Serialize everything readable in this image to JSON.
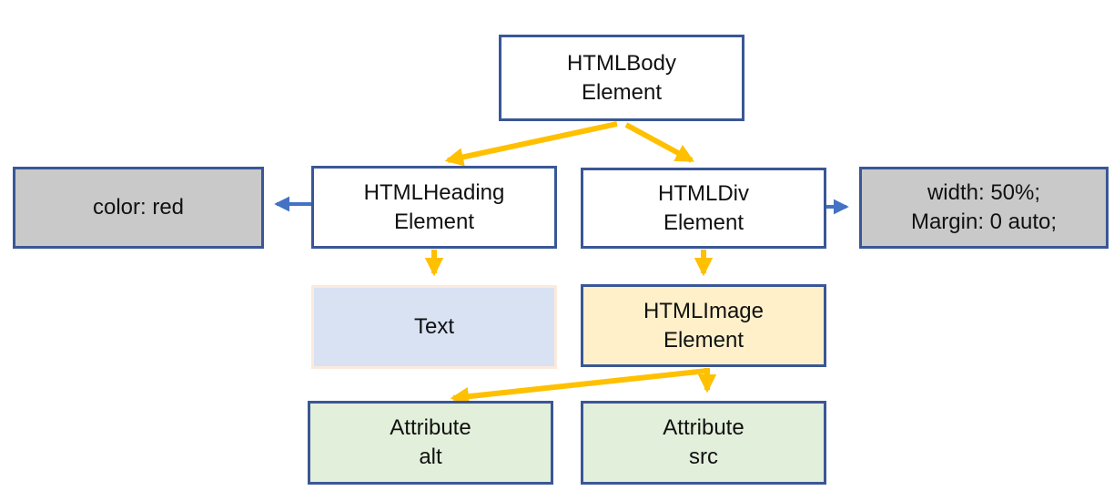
{
  "diagram": {
    "description": "DOM tree diagram of HTML elements with style notes and attributes",
    "nodes": {
      "body": {
        "line1": "HTMLBody",
        "line2": "Element"
      },
      "heading": {
        "line1": "HTMLHeading",
        "line2": "Element"
      },
      "div": {
        "line1": "HTMLDiv",
        "line2": "Element"
      },
      "color_note": {
        "line1": "color: red"
      },
      "style_note": {
        "line1": "width: 50%;",
        "line2": "Margin: 0 auto;"
      },
      "text": {
        "line1": "Text"
      },
      "image": {
        "line1": "HTMLImage",
        "line2": "Element"
      },
      "attr_alt": {
        "line1": "Attribute",
        "line2": "alt"
      },
      "attr_src": {
        "line1": "Attribute",
        "line2": "src"
      }
    },
    "edges": [
      {
        "from": "body",
        "to": "heading",
        "style": "yellow-arrow"
      },
      {
        "from": "body",
        "to": "div",
        "style": "yellow-arrow"
      },
      {
        "from": "heading",
        "to": "color_note",
        "style": "blue-arrow"
      },
      {
        "from": "div",
        "to": "style_note",
        "style": "blue-arrow"
      },
      {
        "from": "heading",
        "to": "text",
        "style": "yellow-arrow"
      },
      {
        "from": "div",
        "to": "image",
        "style": "yellow-arrow"
      },
      {
        "from": "image",
        "to": "attr_alt",
        "style": "yellow-arrow"
      },
      {
        "from": "image",
        "to": "attr_src",
        "style": "yellow-arrow"
      }
    ]
  },
  "colors": {
    "border_blue": "#3A5796",
    "arrow_yellow": "#FFC000",
    "arrow_blue": "#4472C4",
    "fill_gray": "#C9C9C9",
    "fill_lavender": "#D9E2F3",
    "border_peach": "#FBEADC",
    "fill_cream": "#FFF0C9",
    "fill_green": "#E2EFDA",
    "fill_white": "#FFFFFF"
  }
}
